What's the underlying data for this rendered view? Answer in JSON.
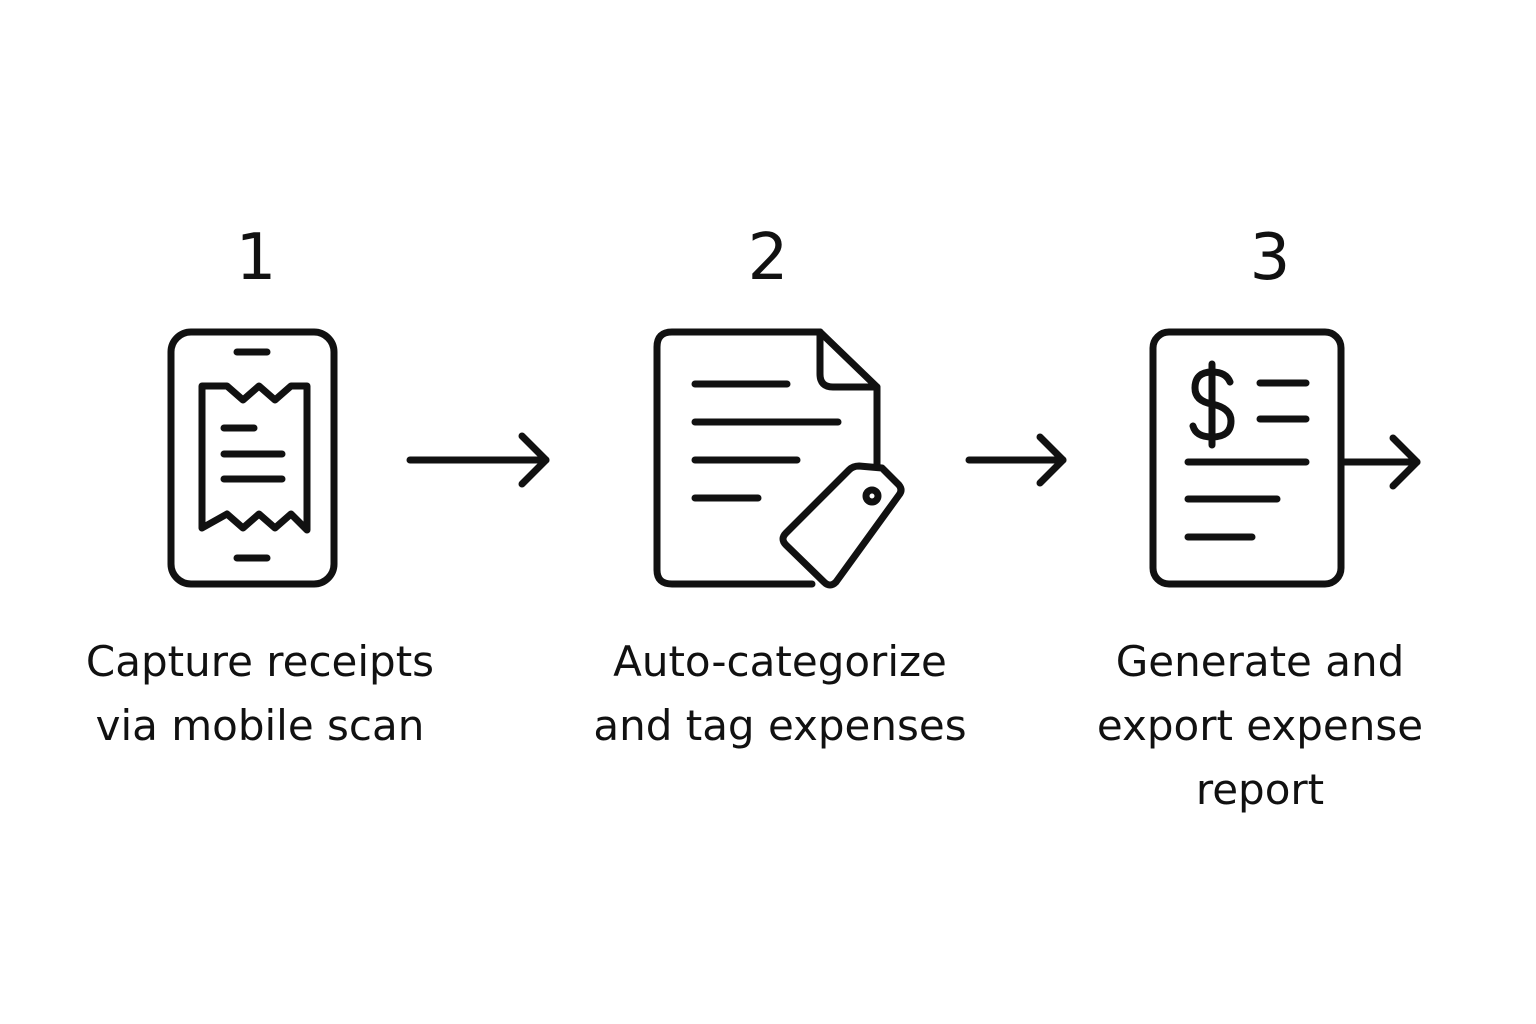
{
  "colors": {
    "background": "#ffffff",
    "ink": "#111111"
  },
  "steps": [
    {
      "number": "1",
      "label_lines": [
        "Capture receipts",
        "via mobile scan"
      ],
      "icon": "phone-receipt-icon"
    },
    {
      "number": "2",
      "label_lines": [
        "Auto-categorize",
        "and tag expenses"
      ],
      "icon": "document-tag-icon"
    },
    {
      "number": "3",
      "label_lines": [
        "Generate and",
        "export expense",
        "report"
      ],
      "icon": "dollar-report-export-icon"
    }
  ],
  "connectors": [
    "arrow-right-icon",
    "arrow-right-icon"
  ]
}
